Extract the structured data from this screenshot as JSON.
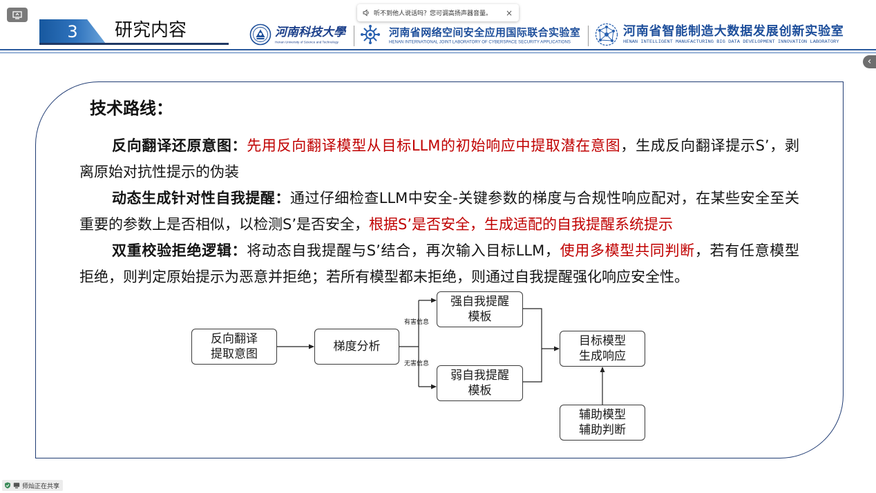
{
  "colors": {
    "accent_red": "#c00000",
    "brand_blue": "#1e4f9b",
    "frame_blue": "#1f3b73",
    "header_navy": "#1f3864",
    "text_dark": "#141414"
  },
  "meeting": {
    "toolbar_icon": "collapse-toolbar-icon",
    "notification": {
      "icon": "speaker-icon",
      "message": "听不到他人说话吗？您可调高扬声器音量。",
      "close_label": "×"
    },
    "side_panel_toggle": {
      "icon": "chevron-left-icon",
      "label": "‹"
    },
    "sharing_status": {
      "icons": [
        "security-shield-icon",
        "screen-share-icon"
      ],
      "text": "师灿正在共享"
    }
  },
  "slide": {
    "header": {
      "section_number": "3",
      "section_title": "研究内容"
    },
    "logos": [
      {
        "icon": "hust-emblem-icon",
        "name": "河南科技大學",
        "subtitle": "Henan University of Science and Technology"
      },
      {
        "icon": "cyberspace-lab-emblem-icon",
        "name": "河南省网络空间安全应用国际联合实验室",
        "subtitle": "HENAN INTERNATIONAL JOINT LABORATORY OF CYBERSPACE SECURITY APPLICATIONS"
      },
      {
        "icon": "big-data-lab-emblem-icon",
        "name": "河南省智能制造大数据发展创新实验室",
        "subtitle": "HENAN INTELLIGENT MANUFACTURING BIG DATA DEVELOPMENT INNOVATION LABORATORY"
      }
    ],
    "body": {
      "heading": "技术路线：",
      "lines": [
        [
          "反向翻译还原意图：",
          "先用反向翻译模型从目标LLM的初始响应中提取潜在意图",
          "，生成反向翻译提示S’，剥"
        ],
        [
          "离原始对抗性提示的伪装"
        ],
        [
          "动态生成针对性自我提醒：",
          "通过仔细检查LLM中安全-关键参数的梯度与合规性响应配对，在某些安全至关"
        ],
        [
          "重要的参数上是否相似，以检测S’是否安全，",
          "根据S’是否安全，生成适配的自我提醒系统提示"
        ],
        [
          "双重校验拒绝逻辑：",
          "将动态自我提醒与S’结合，再次输入目标LLM，",
          "使用多模型共同判断",
          "，若有任意模型"
        ],
        [
          "拒绝，则判定原始提示为恶意并拒绝；若所有模型都未拒绝，则通过自我提醒强化响应安全性。"
        ]
      ]
    },
    "diagram": {
      "nodes": [
        {
          "lines": [
            "反向翻译",
            "提取意图"
          ]
        },
        {
          "lines": [
            "梯度分析"
          ]
        },
        {
          "lines": [
            "强自我提醒",
            "模板"
          ]
        },
        {
          "lines": [
            "弱自我提醒",
            "模板"
          ]
        },
        {
          "lines": [
            "目标模型",
            "生成响应"
          ]
        },
        {
          "lines": [
            "辅助模型",
            "辅助判断"
          ]
        }
      ],
      "edge_labels": {
        "harmful": "有害信息",
        "harmless": "无害信息"
      }
    }
  }
}
